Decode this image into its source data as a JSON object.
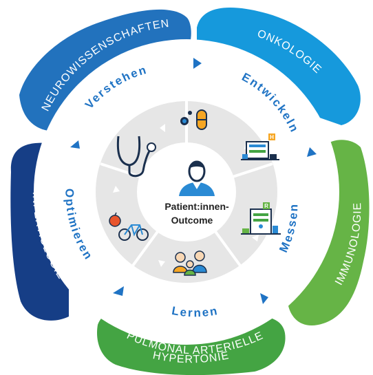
{
  "therapeutic_areas": {
    "neuro": "NEUROWISSENSCHAFTEN",
    "onko": "ONKOLOGIE",
    "immuno": "IMMUNOLOGIE",
    "pah_line1": "PULMONAL ARTERIELLE",
    "pah_line2": "HYPERTONIE",
    "infekt": "INFEKTIOLOGIE"
  },
  "process_steps": {
    "verstehen": "Verstehen",
    "entwickeln": "Entwickeln",
    "messen": "Messen",
    "lernen": "Lernen",
    "optimieren": "Optimieren"
  },
  "center": {
    "line1": "Patient:innen-",
    "line2": "Outcome"
  },
  "icons": {
    "pills": "pills-icon",
    "hospital_h": "hospital-icon",
    "hospital_r": "research-building-icon",
    "family": "family-icon",
    "fitness": "apple-bicycle-icon",
    "stethoscope": "stethoscope-icon",
    "patient": "patient-avatar-icon"
  },
  "colors": {
    "neuro": "#2272bd",
    "onko": "#1699dc",
    "immuno": "#66b446",
    "pah": "#44a443",
    "infekt": "#163e86",
    "process_text": "#1f73c4",
    "inner_ring": "#e6e6e6"
  }
}
